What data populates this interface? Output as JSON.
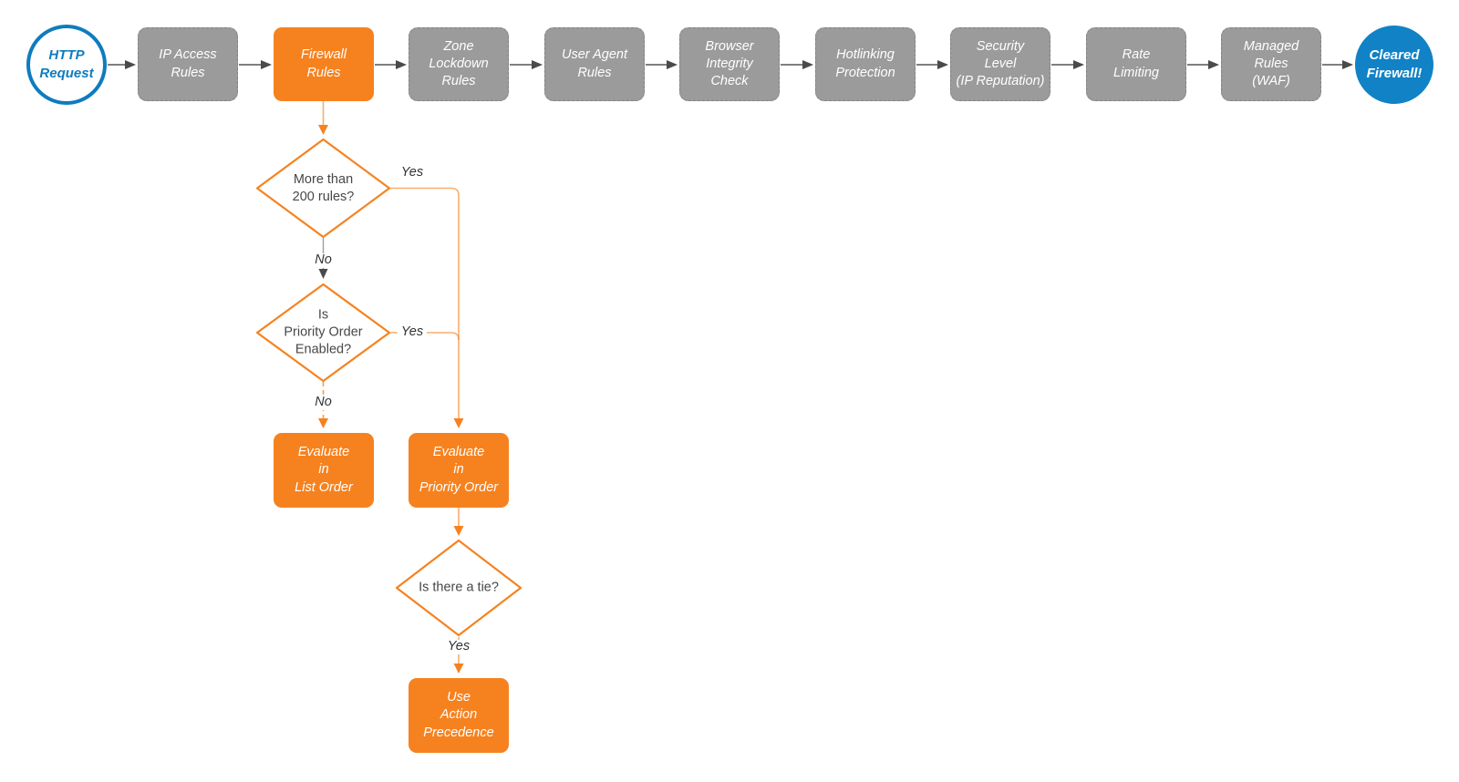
{
  "colors": {
    "accent_orange": "#F6821F",
    "node_gray": "#9B9B9B",
    "blue_stroke": "#0E7CBE",
    "blue_fill": "#1182C5",
    "arrow_dark": "#4A4A4A"
  },
  "pipeline": {
    "start_label": "HTTP\nRequest",
    "steps": [
      {
        "label": "IP Access\nRules",
        "highlighted": false
      },
      {
        "label": "Firewall\nRules",
        "highlighted": true
      },
      {
        "label": "Zone\nLockdown\nRules",
        "highlighted": false
      },
      {
        "label": "User Agent\nRules",
        "highlighted": false
      },
      {
        "label": "Browser\nIntegrity\nCheck",
        "highlighted": false
      },
      {
        "label": "Hotlinking\nProtection",
        "highlighted": false
      },
      {
        "label": "Security\nLevel\n(IP Reputation)",
        "highlighted": false
      },
      {
        "label": "Rate\nLimiting",
        "highlighted": false
      },
      {
        "label": "Managed\nRules\n(WAF)",
        "highlighted": false
      }
    ],
    "end_label": "Cleared\nFirewall!"
  },
  "branch": {
    "decision_more_than_200": {
      "label": "More than\n200 rules?",
      "yes": "Yes",
      "no": "No"
    },
    "decision_priority_enabled": {
      "label": "Is\nPriority Order\nEnabled?",
      "yes": "Yes",
      "no": "No"
    },
    "process_evaluate_list": {
      "label": "Evaluate\nin\nList Order"
    },
    "process_evaluate_priority": {
      "label": "Evaluate\nin\nPriority Order"
    },
    "decision_tie": {
      "label": "Is there a tie?",
      "yes": "Yes"
    },
    "process_action_precedence": {
      "label": "Use\nAction\nPrecedence"
    }
  }
}
